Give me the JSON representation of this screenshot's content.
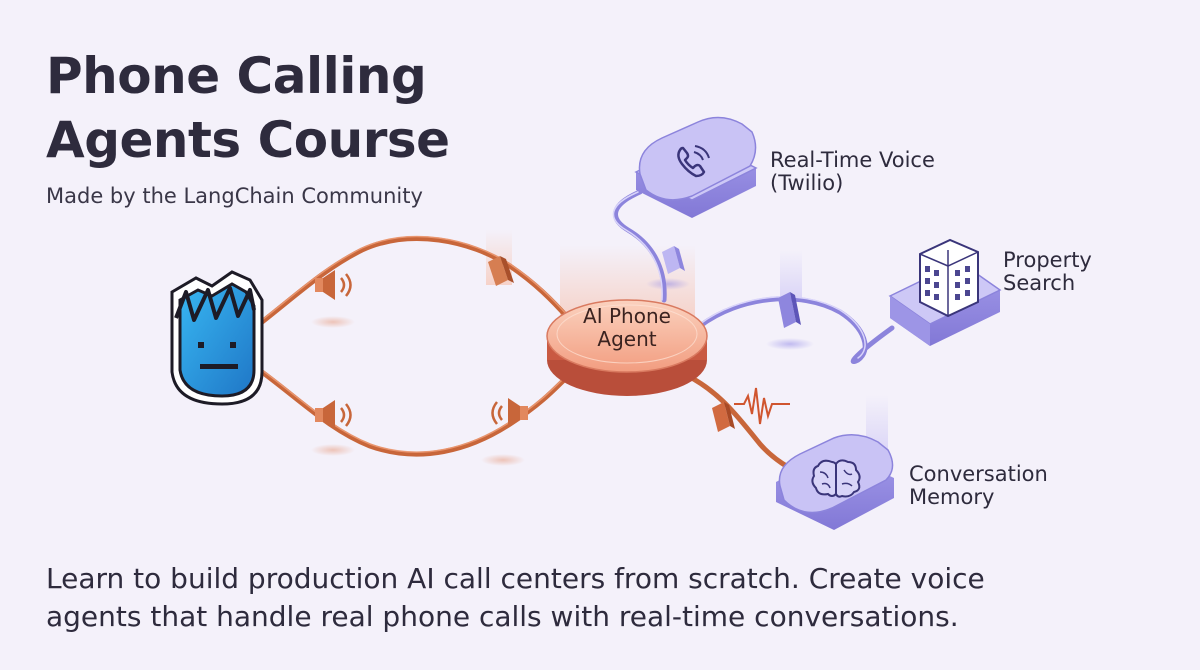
{
  "header": {
    "title_line1": "Phone Calling",
    "title_line2": "Agents Course",
    "subtitle": "Made by the LangChain Community"
  },
  "diagram": {
    "hub": {
      "line1": "AI Phone",
      "line2": "Agent",
      "icon": "hub-disc"
    },
    "nodes": [
      {
        "id": "voice",
        "line1": "Real-Time Voice",
        "line2": "(Twilio)",
        "icon": "phone-icon"
      },
      {
        "id": "property",
        "line1": "Property",
        "line2": "Search",
        "icon": "building-icon"
      },
      {
        "id": "memory",
        "line1": "Conversation",
        "line2": "Memory",
        "icon": "brain-icon"
      }
    ],
    "user_icon": "langchain-mascot-icon"
  },
  "description": {
    "line1": "Learn to build production AI call centers from scratch. Create voice",
    "line2": "agents that handle real phone calls with real-time conversations."
  },
  "colors": {
    "background": "#f4f1fa",
    "orange_path": "#c8663a",
    "purple_path": "#8c84dc",
    "hub": "#f0a58a",
    "node": "#c7c1f4"
  }
}
